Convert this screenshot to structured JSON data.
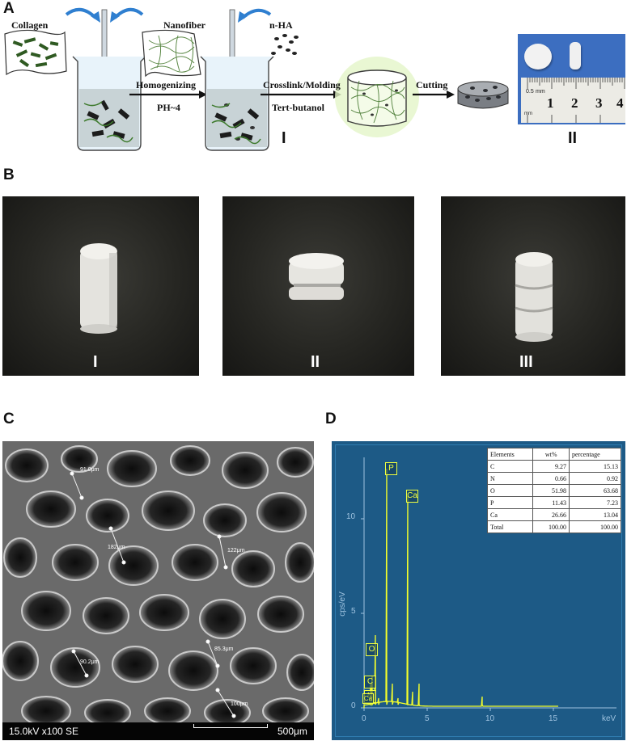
{
  "panelA": {
    "letter": "A",
    "collagen": "Collagen",
    "nanofiber": "Nanofiber",
    "nha": "n-HA",
    "homogenizing": "Homogenizing",
    "ph": "PH~4",
    "crosslink": "Crosslink/Molding",
    "tertbutanol": "Tert-butanol",
    "cutting": "Cutting",
    "roman1": "I",
    "roman2": "II",
    "ruler": {
      "mark": "0.5",
      "mm": "mm",
      "unit": "mm",
      "numbers": [
        "1",
        "2",
        "3",
        "4"
      ]
    }
  },
  "panelB": {
    "letter": "B",
    "labels": [
      "I",
      "II",
      "III"
    ]
  },
  "panelC": {
    "letter": "C",
    "measurements": [
      "91.0μm",
      "182μm",
      "122μm",
      "90.2μm",
      "85.3μm",
      "100μm"
    ],
    "footer_left": "15.0kV x100 SE",
    "footer_right": "500μm"
  },
  "panelD": {
    "letter": "D",
    "ylabel": "cps/eV",
    "xunit": "keV",
    "yticks": [
      "0",
      "5",
      "10"
    ],
    "xticks": [
      "0",
      "5",
      "10",
      "15"
    ],
    "peaks": [
      "P",
      "Ca",
      "O",
      "C",
      "N",
      "Ca"
    ],
    "table": {
      "headers": [
        "Elements",
        "wt%",
        "percentage"
      ],
      "rows": [
        [
          "C",
          "9.27",
          "15.13"
        ],
        [
          "N",
          "0.66",
          "0.92"
        ],
        [
          "O",
          "51.98",
          "63.68"
        ],
        [
          "P",
          "11.43",
          "7.23"
        ],
        [
          "Ca",
          "26.66",
          "13.04"
        ],
        [
          "Total",
          "100.00",
          "100.00"
        ]
      ]
    }
  },
  "colors": {
    "edx_bg": "#1d5a86",
    "peak": "#f0ff40",
    "arrow": "#2f7fd0",
    "photo_bg": "#262622"
  }
}
